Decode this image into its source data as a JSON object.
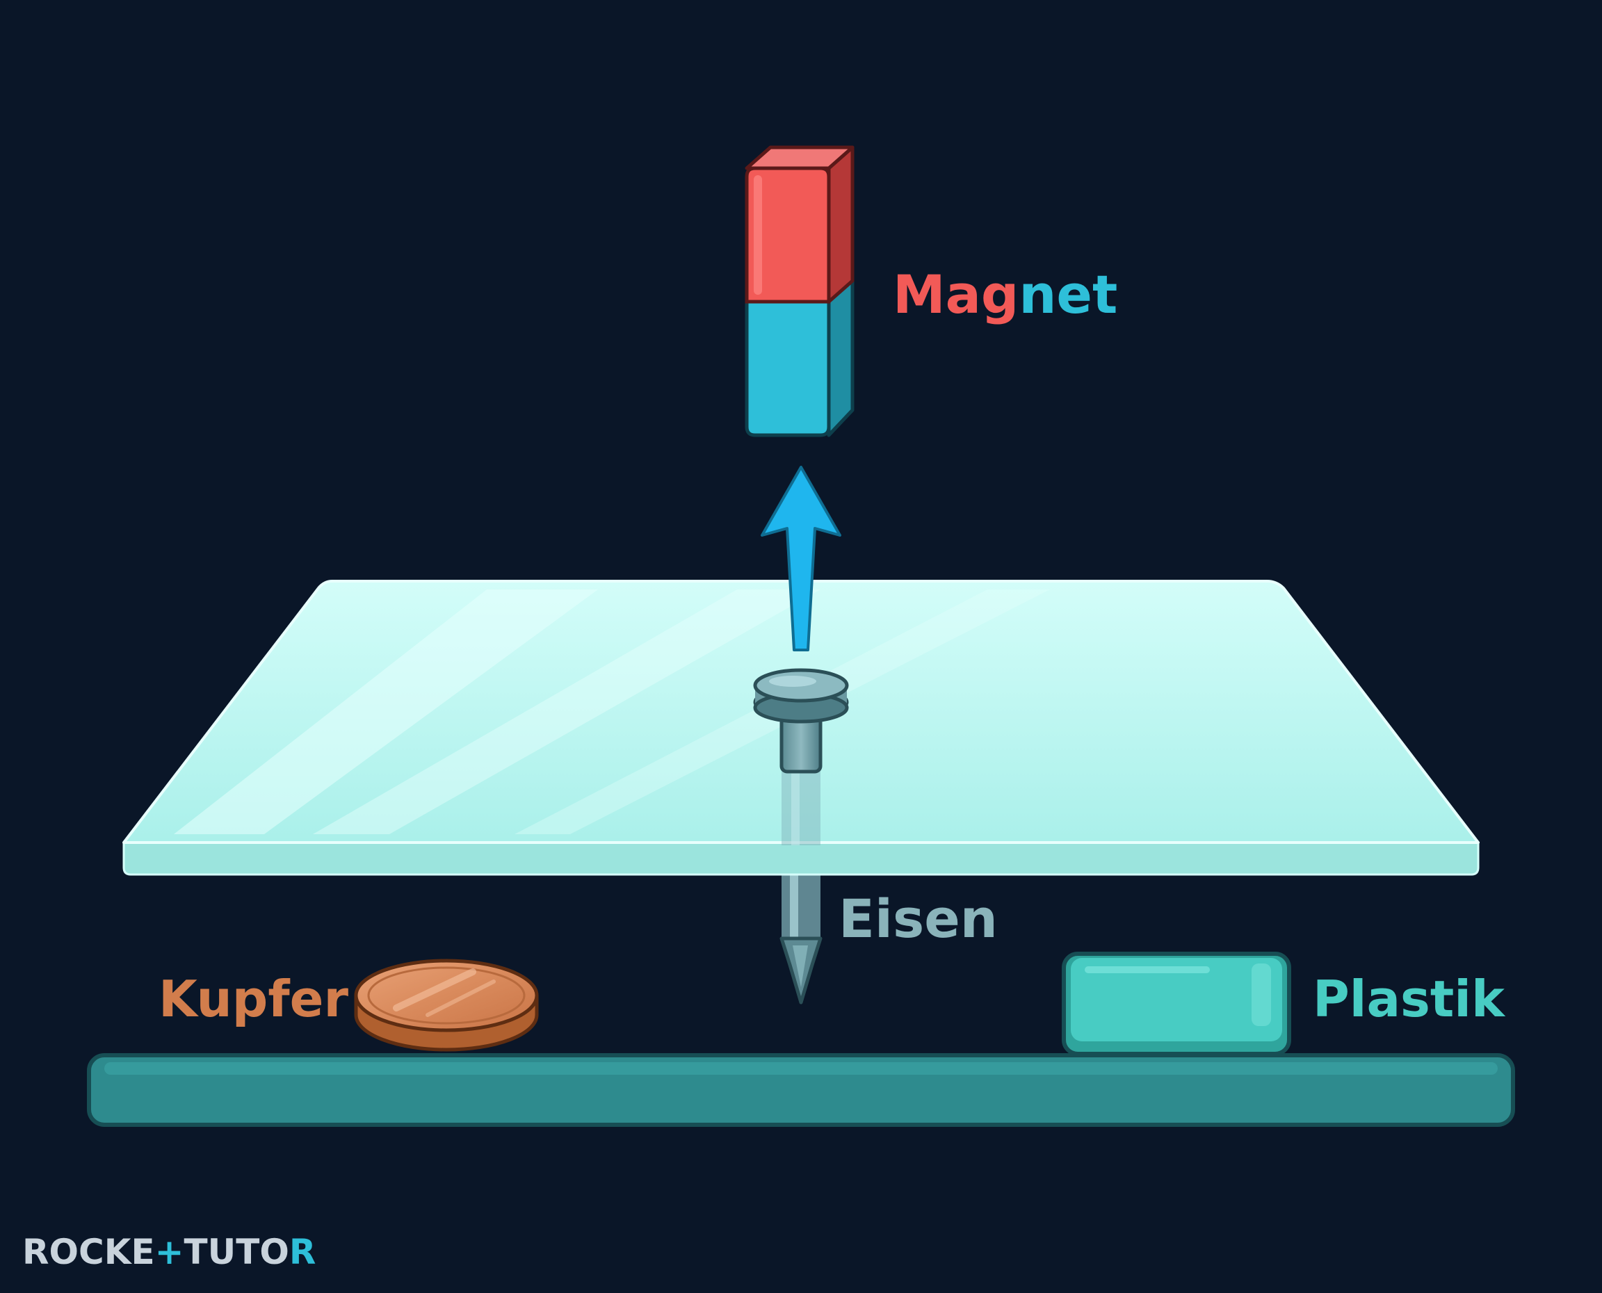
{
  "labels": {
    "magnet_part1": "Mag",
    "magnet_part2": "net",
    "iron": "Eisen",
    "copper": "Kupfer",
    "plastic": "Plastik"
  },
  "watermark": {
    "part1": "ROCKE",
    "plus": "+",
    "part2": "TUTO",
    "part3": "R"
  },
  "colors": {
    "background": "#0a1628",
    "magnet_north": "#f25a57",
    "magnet_south": "#2ebfd9",
    "arrow": "#1fb6ee",
    "glass": "#c6faf6",
    "copper": "#d27d4c",
    "plastic": "#48ccc3",
    "iron": "#8ab3ba",
    "ground": "#2e8b8e"
  }
}
